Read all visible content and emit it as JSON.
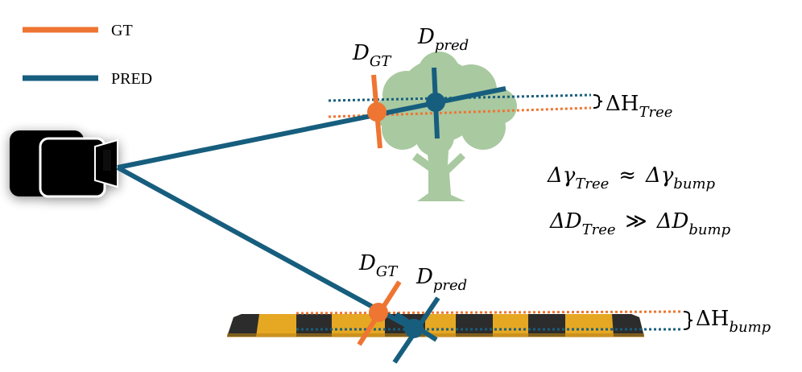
{
  "legend": {
    "gt_label": "GT",
    "pred_label": "PRED"
  },
  "colors": {
    "gt": "#ee7532",
    "pred": "#175e7e",
    "tree": "#a9c9a0",
    "bump_yellow": "#e6a823",
    "bump_black": "#2c2c2c",
    "camera": "#000000"
  },
  "tree_labels": {
    "d_gt": {
      "base": "D",
      "sub": "GT"
    },
    "d_pred": {
      "base": "D",
      "sub": "pred"
    },
    "delta_h": {
      "base": "ΔH",
      "sub": "Tree"
    }
  },
  "bump_labels": {
    "d_gt": {
      "base": "D",
      "sub": "GT"
    },
    "d_pred": {
      "base": "D",
      "sub": "pred"
    },
    "delta_h": {
      "base": "ΔH",
      "sub": "bump"
    }
  },
  "relations": {
    "gamma": {
      "left_base": "Δγ",
      "left_sub": "Tree",
      "op": "≈",
      "right_base": "Δγ",
      "right_sub": "bump"
    },
    "distance": {
      "left_base": "ΔD",
      "left_sub": "Tree",
      "op": "≫",
      "right_base": "ΔD",
      "right_sub": "bump"
    }
  },
  "icons": {
    "camera": "camera-icon",
    "tree": "tree-icon",
    "bump": "speed-bump-icon"
  }
}
